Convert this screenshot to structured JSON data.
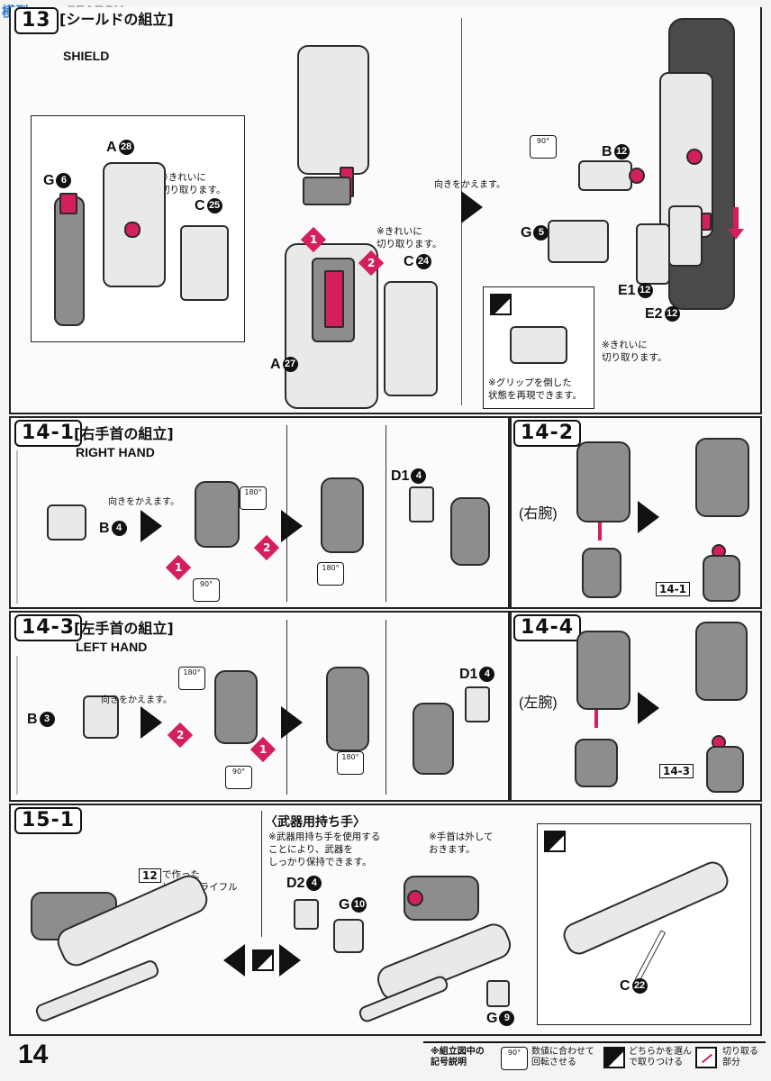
{
  "watermark": {
    "text": "SEARCH",
    "prefix": "模型"
  },
  "page_number": "14",
  "step13": {
    "num": "13",
    "title_jp": "[シールドの組立]",
    "title_en": "SHIELD",
    "parts": {
      "a28": {
        "letter": "A",
        "num": "28"
      },
      "g6": {
        "letter": "G",
        "num": "6"
      },
      "c25": {
        "letter": "C",
        "num": "25"
      },
      "c24": {
        "letter": "C",
        "num": "24"
      },
      "a27": {
        "letter": "A",
        "num": "27"
      },
      "b12": {
        "letter": "B",
        "num": "12"
      },
      "g5": {
        "letter": "G",
        "num": "5"
      },
      "e1": {
        "letter": "E1",
        "num": "12"
      },
      "e2": {
        "letter": "E2",
        "num": "12"
      }
    },
    "note_clean1": "※きれいに\n切り取ります。",
    "note_clean2": "※きれいに\n切り取ります。",
    "note_clean3": "※きれいに\n切り取ります。",
    "note_turn": "向きをかえます。",
    "note_grip": "※グリップを倒した\n状態を再現できます。",
    "rot": "90°",
    "order1": "1",
    "order2": "2"
  },
  "step14_1": {
    "num": "14-1",
    "title_jp": "[右手首の組立]",
    "title_en": "RIGHT HAND",
    "b4": {
      "letter": "B",
      "num": "4"
    },
    "d1": {
      "letter": "D1",
      "num": "4"
    },
    "note_turn": "向きをかえます。",
    "rot180a": "180°",
    "rot90": "90°",
    "rot180b": "180°",
    "order1": "1",
    "order2": "2"
  },
  "step14_2": {
    "num": "14-2",
    "arm": "(右腕)",
    "ref": "14-1"
  },
  "step14_3": {
    "num": "14-3",
    "title_jp": "[左手首の組立]",
    "title_en": "LEFT HAND",
    "b3": {
      "letter": "B",
      "num": "3"
    },
    "d1": {
      "letter": "D1",
      "num": "4"
    },
    "note_turn": "向きをかえます。",
    "rot180a": "180°",
    "rot90": "90°",
    "rot180b": "180°",
    "order1": "1",
    "order2": "2"
  },
  "step14_4": {
    "num": "14-4",
    "arm": "(左腕)",
    "ref": "14-3"
  },
  "step15_1": {
    "num": "15-1",
    "ref": "12",
    "ref_text": "で作った\nビーム・ライフル",
    "weapon_title": "〈武器用持ち手〉",
    "weapon_note": "※武器用持ち手を使用する\nことにより、武器を\nしっかり保持できます。",
    "wrist_note": "※手首は外して\nおきます。",
    "d2": {
      "letter": "D2",
      "num": "4"
    },
    "g10": {
      "letter": "G",
      "num": "10"
    },
    "g9": {
      "letter": "G",
      "num": "9"
    },
    "c22": {
      "letter": "C",
      "num": "22"
    }
  },
  "legend": {
    "title": "※組立図中の\n記号説明",
    "rot_label": "数値に合わせて\n回転させる",
    "rot_value": "90°",
    "choose_label": "どちらかを選ん\nで取りつける",
    "cut_label": "切り取る\n部分"
  }
}
